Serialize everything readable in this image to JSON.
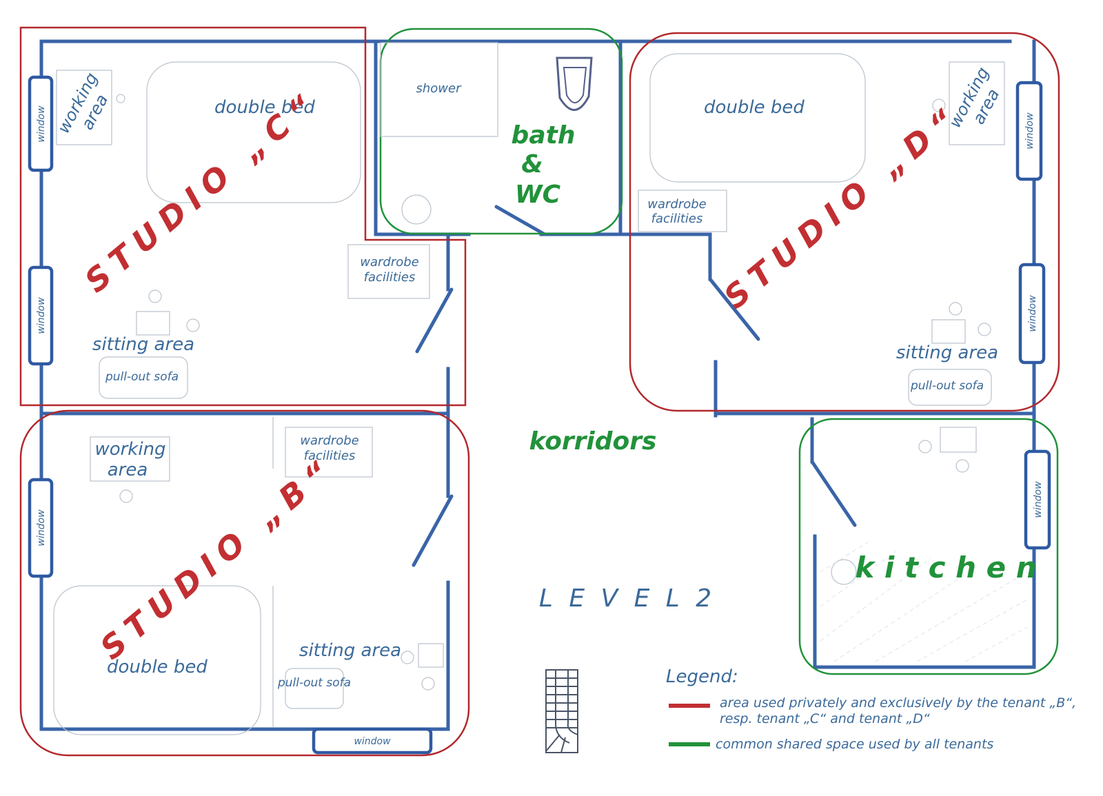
{
  "level_title": "L E V E L  2",
  "studios": {
    "c": "STUDIO „C“",
    "d": "STUDIO „D“",
    "b": "STUDIO „B“"
  },
  "furniture": {
    "double_bed": "double bed",
    "working_line1": "working",
    "working_line2": "area",
    "wardrobe_line1": "wardrobe",
    "wardrobe_line2": "facilities",
    "sitting_area": "sitting area",
    "pull_out_sofa": "pull-out sofa",
    "shower": "shower",
    "window": "window"
  },
  "common": {
    "bath_line1": "bath",
    "bath_line2": "&",
    "bath_line3": "WC",
    "korridors": "korridors",
    "kitchen": "k i t c h e n"
  },
  "legend": {
    "title": "Legend:",
    "red_line1": "area used privately and exclusively by the tenant „B“,",
    "red_line2": "resp. tenant „C“ and tenant „D“",
    "green_line": "common shared space used by all tenants"
  },
  "colors": {
    "private_area": "#b3282c",
    "shared_area": "#21923a",
    "walls": "#3a64a8",
    "text": "#3b6a99"
  }
}
